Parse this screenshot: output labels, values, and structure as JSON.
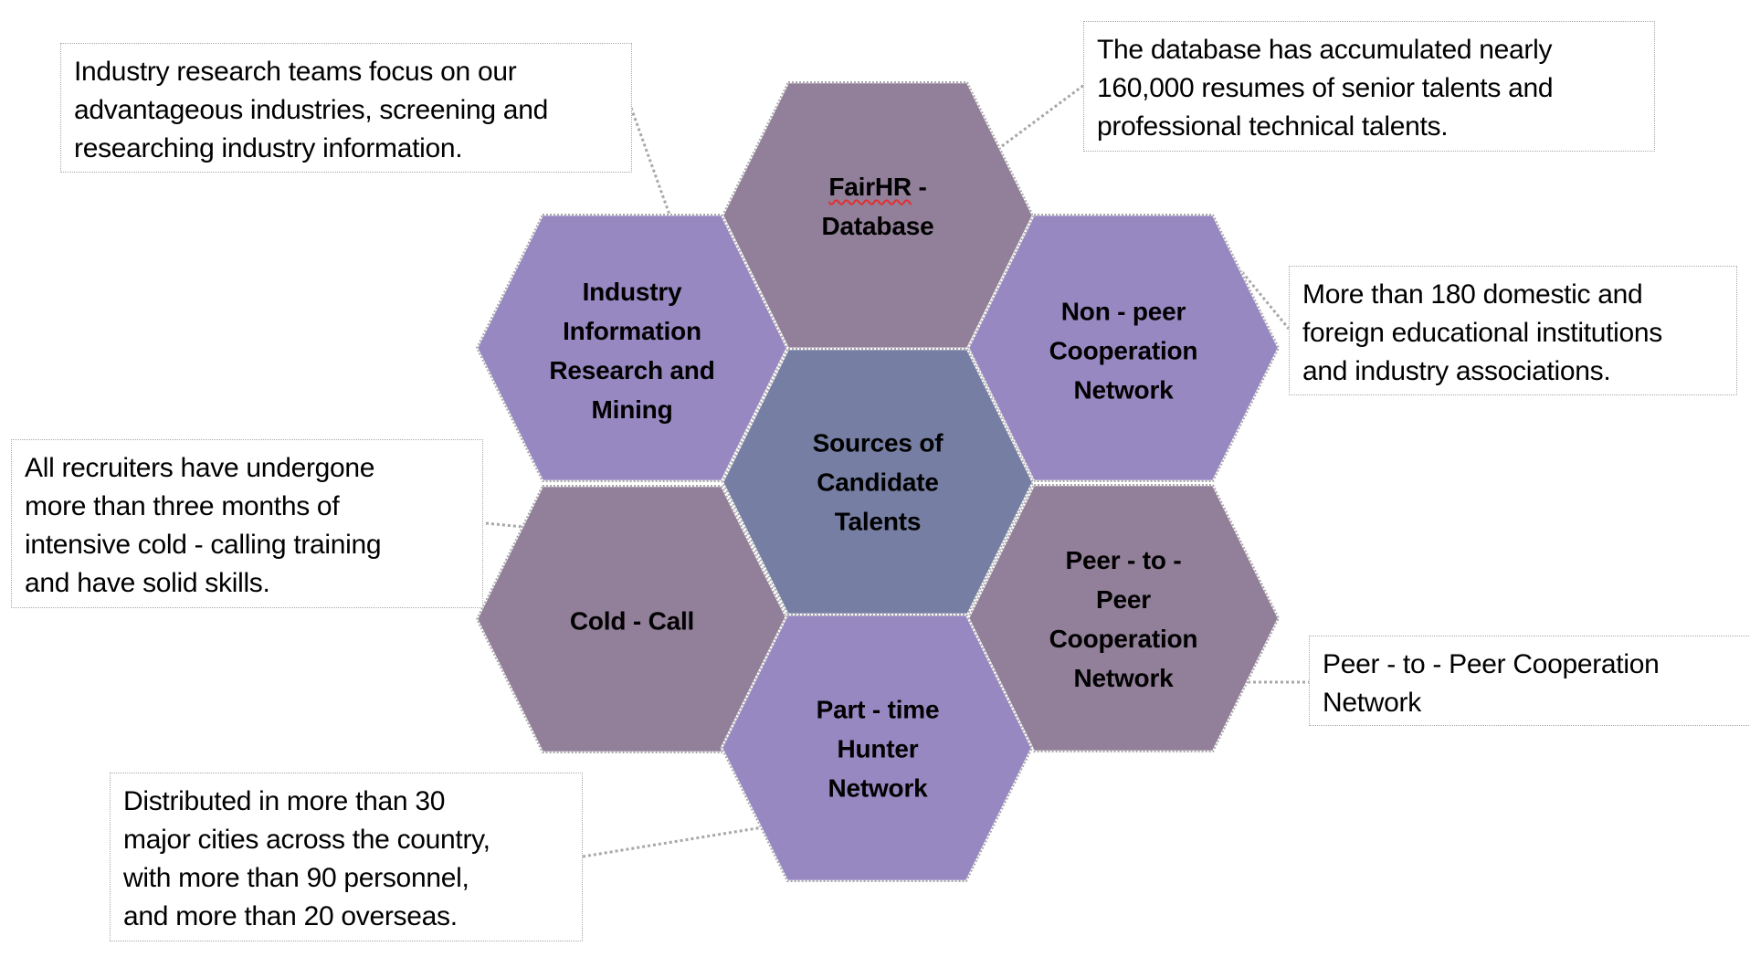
{
  "title": "Sources of Candidate Talents",
  "colors": {
    "mauve": "#927F99",
    "lavender": "#9888C2",
    "slate": "#767FA3",
    "hex_border": "#A8A8A8",
    "connector": "#A8A8A8",
    "spellcheck_underline": "#E03030"
  },
  "hexagons": [
    {
      "id": "fairhr-database",
      "lines": [
        "FairHR -",
        "Database"
      ],
      "color": "mauve",
      "spellcheck_flag": "FairHR"
    },
    {
      "id": "industry-information",
      "lines": [
        "Industry",
        "Information",
        "Research and",
        "Mining"
      ],
      "color": "lavender"
    },
    {
      "id": "non-peer-cooperation",
      "lines": [
        "Non - peer",
        "Cooperation",
        "Network"
      ],
      "color": "lavender"
    },
    {
      "id": "sources-center",
      "lines": [
        "Sources of",
        "Candidate",
        "Talents"
      ],
      "color": "slate"
    },
    {
      "id": "cold-call",
      "lines": [
        "Cold - Call"
      ],
      "color": "mauve"
    },
    {
      "id": "peer-to-peer-cooperation",
      "lines": [
        "Peer - to -",
        "Peer",
        "Cooperation",
        "Network"
      ],
      "color": "mauve"
    },
    {
      "id": "part-time-hunter",
      "lines": [
        "Part - time",
        "Hunter",
        "Network"
      ],
      "color": "lavender"
    }
  ],
  "callouts": [
    {
      "id": "industry-callout",
      "target": "industry-information",
      "lines": [
        "Industry research teams focus on our",
        "advantageous industries, screening and",
        "researching industry information."
      ]
    },
    {
      "id": "fairhr-callout",
      "target": "fairhr-database",
      "lines": [
        "The database has accumulated nearly",
        "160,000 resumes of senior talents and",
        "professional technical talents."
      ]
    },
    {
      "id": "non-peer-callout",
      "target": "non-peer-cooperation",
      "lines": [
        "More than 180 domestic and",
        "foreign educational institutions",
        "and industry associations."
      ]
    },
    {
      "id": "cold-call-callout",
      "target": "cold-call",
      "lines": [
        "All recruiters have undergone",
        "more than three months of",
        "intensive cold - calling training",
        "and have solid skills."
      ]
    },
    {
      "id": "peer-callout",
      "target": "peer-to-peer-cooperation",
      "lines": [
        "Peer - to - Peer Cooperation",
        "Network"
      ]
    },
    {
      "id": "part-time-callout",
      "target": "part-time-hunter",
      "lines": [
        "Distributed in more than 30",
        "major cities across the country,",
        "with more than 90 personnel,",
        "and more than 20 overseas."
      ]
    }
  ]
}
